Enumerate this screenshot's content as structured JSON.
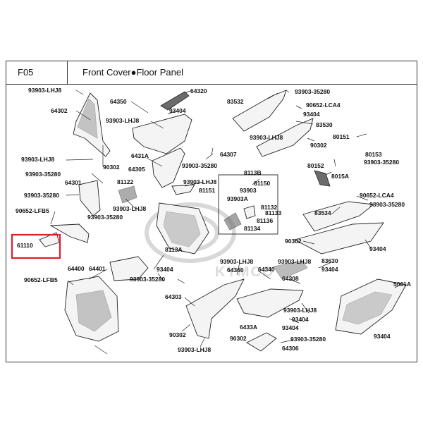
{
  "header": {
    "code": "F05",
    "title": "Front Cover●Floor Panel"
  },
  "watermark": "KYMCO",
  "highlight_color": "#d6232a",
  "highlighted_part": "61110",
  "labels": {
    "l01": "93903-LHJ8",
    "l02": "64350",
    "l03": "64320",
    "l04": "93404",
    "l05": "83532",
    "l06": "93903-35280",
    "l07": "90652-LCA4",
    "l08": "93404",
    "l09": "83530",
    "l10": "64302",
    "l11": "93903-LHJ8",
    "l12": "93903-LHJ8",
    "l13": "80151",
    "l14": "90302",
    "l15": "80153",
    "l16": "93903-35280",
    "l17": "6431A",
    "l18": "64307",
    "l19": "93903-LHJ8",
    "l20": "90302",
    "l21": "64305",
    "l22": "93903-35280",
    "l23": "80152",
    "l24": "93903-35280",
    "l25": "8113B",
    "l26": "8015A",
    "l27": "81122",
    "l28": "93903-LHJ8",
    "l29": "81150",
    "l30": "93903-35280",
    "l31": "64301",
    "l32": "81151",
    "l33": "93903",
    "l34": "90652-LCA4",
    "l35": "93903A",
    "l36": "81132",
    "l37": "93903-35280",
    "l38": "90652-LFB5",
    "l39": "93903-LHJ8",
    "l40": "81133",
    "l41": "83534",
    "l42": "93903-35280",
    "l43": "81136",
    "l44": "81134",
    "l45": "61110",
    "l46": "90302",
    "l47": "93404",
    "l48": "8113A",
    "l49": "93903-LHJ8",
    "l50": "83630",
    "l51": "93903-LHJ8",
    "l52": "64360",
    "l53": "64340",
    "l54": "64400",
    "l55": "64401",
    "l56": "93404",
    "l57": "93404",
    "l58": "90652-LFB5",
    "l59": "64308",
    "l60": "5061A",
    "l61": "93903-35280",
    "l62": "64303",
    "l63": "93903-LHJ8",
    "l64": "93404",
    "l65": "6433A",
    "l66": "93404",
    "l67": "90302",
    "l68": "90302",
    "l69": "93903-35280",
    "l70": "93404",
    "l71": "93903-LHJ8",
    "l72": "64306"
  }
}
